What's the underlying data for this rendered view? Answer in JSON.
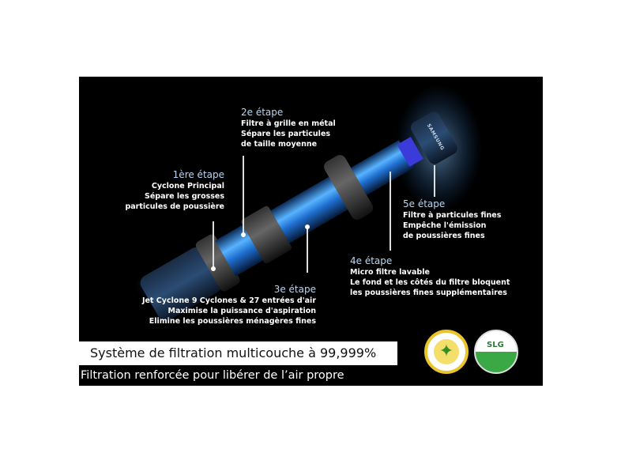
{
  "stages": [
    {
      "title": "1ère étape",
      "lines": [
        "Cyclone Principal",
        "Sépare les grosses",
        "particules de poussière"
      ]
    },
    {
      "title": "2e étape",
      "lines": [
        "Filtre à grille en métal",
        "Sépare les particules",
        "de taille moyenne"
      ]
    },
    {
      "title": "3e étape",
      "lines": [
        "Jet Cyclone 9 Cyclones & 27 entrées d'air",
        "Maximise la puissance d'aspiration",
        "Elimine les poussières ménagères fines"
      ]
    },
    {
      "title": "4e étape",
      "lines": [
        "Micro filtre lavable",
        "Le fond et les côtés du filtre bloquent",
        "les poussières fines supplémentaires"
      ]
    },
    {
      "title": "5e étape",
      "lines": [
        "Filtre à particules fines",
        "Empêche l'émission",
        "de poussières fines"
      ]
    }
  ],
  "headline": "Système de filtration multicouche à 99,999%",
  "subheadline": "Filtration renforcée pour libérer de l’air propre",
  "brand_on_product": "SAMSUNG",
  "badges": [
    {
      "name": "allergy-seal-badge",
      "color": "#e9c42a"
    },
    {
      "name": "slg-badge",
      "text": "SLG",
      "color": "#3aa845"
    }
  ],
  "colors": {
    "background": "#000000",
    "accent_blue": "#3a8fe0",
    "stage_title": "#b9d6f2"
  }
}
